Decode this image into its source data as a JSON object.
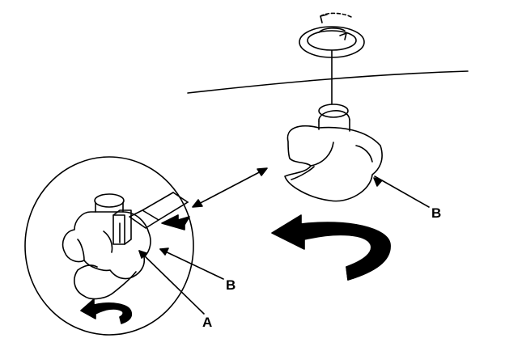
{
  "diagram": {
    "labels": {
      "b_right": "B",
      "b_inset": "B",
      "a_inset": "A"
    },
    "colors": {
      "line": "#000000",
      "background": "#ffffff"
    },
    "icons": {
      "rotation_arrow_large": "curved-arrow-icon",
      "rotation_arrow_small": "curved-arrow-icon",
      "twist_indicator": "rotate-icon",
      "pointer_arrow": "arrow-icon"
    }
  }
}
